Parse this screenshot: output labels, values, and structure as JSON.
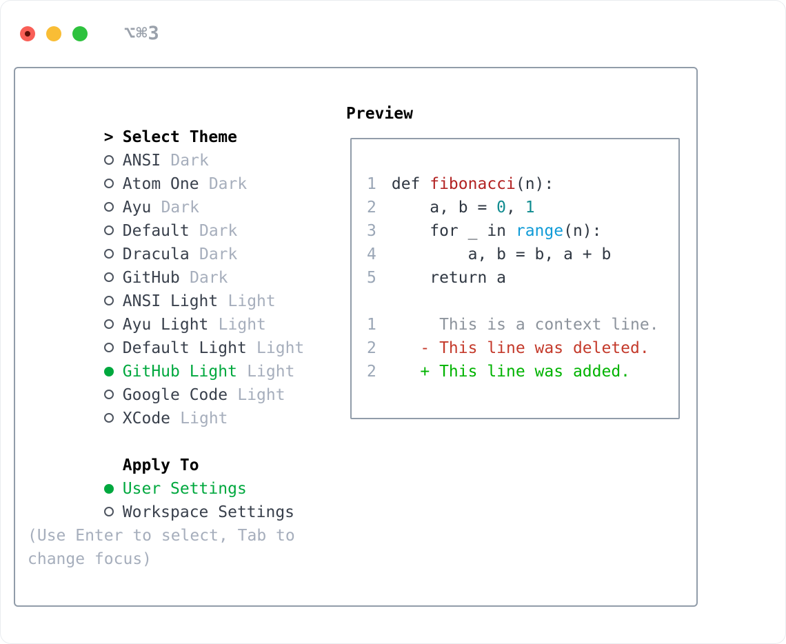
{
  "titlebar": {
    "title": "⌥⌘3"
  },
  "theme_panel": {
    "prompt": ">",
    "header": "Select Theme",
    "items": [
      {
        "name": "ANSI",
        "tag": "Dark",
        "state": "off"
      },
      {
        "name": "Atom One",
        "tag": "Dark",
        "state": "off"
      },
      {
        "name": "Ayu",
        "tag": "Dark",
        "state": "off"
      },
      {
        "name": "Default",
        "tag": "Dark",
        "state": "off"
      },
      {
        "name": "Dracula",
        "tag": "Dark",
        "state": "off"
      },
      {
        "name": "GitHub",
        "tag": "Dark",
        "state": "off"
      },
      {
        "name": "ANSI Light",
        "tag": "Light",
        "state": "off"
      },
      {
        "name": "Ayu Light",
        "tag": "Light",
        "state": "off"
      },
      {
        "name": "Default Light",
        "tag": "Light",
        "state": "off"
      },
      {
        "name": "GitHub Light",
        "tag": "Light",
        "state": "on"
      },
      {
        "name": "Google Code",
        "tag": "Light",
        "state": "off"
      },
      {
        "name": "XCode",
        "tag": "Light",
        "state": "off"
      }
    ],
    "apply_to": {
      "header": "Apply To",
      "options": [
        {
          "name": "User Settings",
          "state": "on"
        },
        {
          "name": "Workspace Settings",
          "state": "off"
        }
      ]
    },
    "hint_lines": [
      "(Use Enter to select, Tab to",
      "change focus)"
    ]
  },
  "preview": {
    "header": "Preview",
    "code_lines": [
      {
        "num": "1",
        "segments": [
          {
            "text": "def ",
            "color": "code"
          },
          {
            "text": "fibonacci",
            "color": "function"
          },
          {
            "text": "(n):",
            "color": "code"
          }
        ]
      },
      {
        "num": "2",
        "segments": [
          {
            "text": "    a, b = ",
            "color": "code"
          },
          {
            "text": "0",
            "color": "number"
          },
          {
            "text": ", ",
            "color": "code"
          },
          {
            "text": "1",
            "color": "number"
          }
        ]
      },
      {
        "num": "3",
        "segments": [
          {
            "text": "    for _ in ",
            "color": "code"
          },
          {
            "text": "range",
            "color": "builtin"
          },
          {
            "text": "(n):",
            "color": "code"
          }
        ]
      },
      {
        "num": "4",
        "segments": [
          {
            "text": "        a, b = b, a + b",
            "color": "code"
          }
        ]
      },
      {
        "num": "5",
        "segments": [
          {
            "text": "    return a",
            "color": "code"
          }
        ]
      },
      {
        "num": "",
        "segments": []
      },
      {
        "num": "1",
        "segments": [
          {
            "text": "     This is a context line.",
            "color": "context"
          }
        ]
      },
      {
        "num": "2",
        "segments": [
          {
            "text": "   - This line was deleted.",
            "color": "deleted"
          }
        ]
      },
      {
        "num": "2",
        "segments": [
          {
            "text": "   + This line was added.",
            "color": "added"
          }
        ]
      }
    ]
  },
  "colors": {
    "selection_green": "#00a83e",
    "added_green": "#00b300",
    "deleted_red": "#c43a2b",
    "function_red": "#b22222",
    "builtin_blue": "#109bd7",
    "number_teal": "#0f8b8f",
    "border_gray": "#919ca9",
    "traffic_red": "#f95f57",
    "traffic_yellow": "#f9bd35",
    "traffic_green": "#2ec23e",
    "context_gray": "#8c939c",
    "muted_gray": "#a6aebc",
    "code_text": "#2f3742",
    "line_number_gray": "#9aa6b6",
    "title_gray": "#9aa1ab",
    "text_dark": "#39404c"
  }
}
